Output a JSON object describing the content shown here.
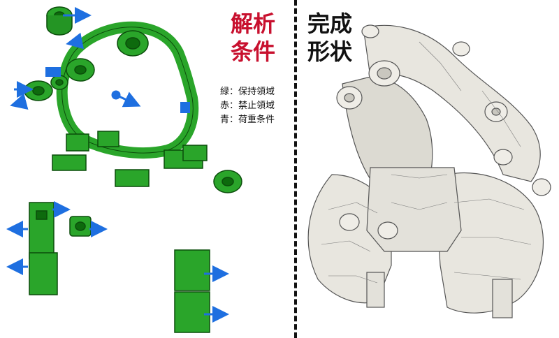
{
  "left_title": {
    "line1": "解析",
    "line2": "条件",
    "color": "#c8102e"
  },
  "right_title": {
    "line1": "完成",
    "line2": "形状"
  },
  "legend": {
    "items": [
      {
        "label": "緑：保持領域"
      },
      {
        "label": "赤：禁止領域"
      },
      {
        "label": "青：荷重条件"
      }
    ]
  },
  "colors": {
    "keep_region": "#2aa52a",
    "load_arrow": "#1e6fe0",
    "part": "#e8e6df"
  }
}
